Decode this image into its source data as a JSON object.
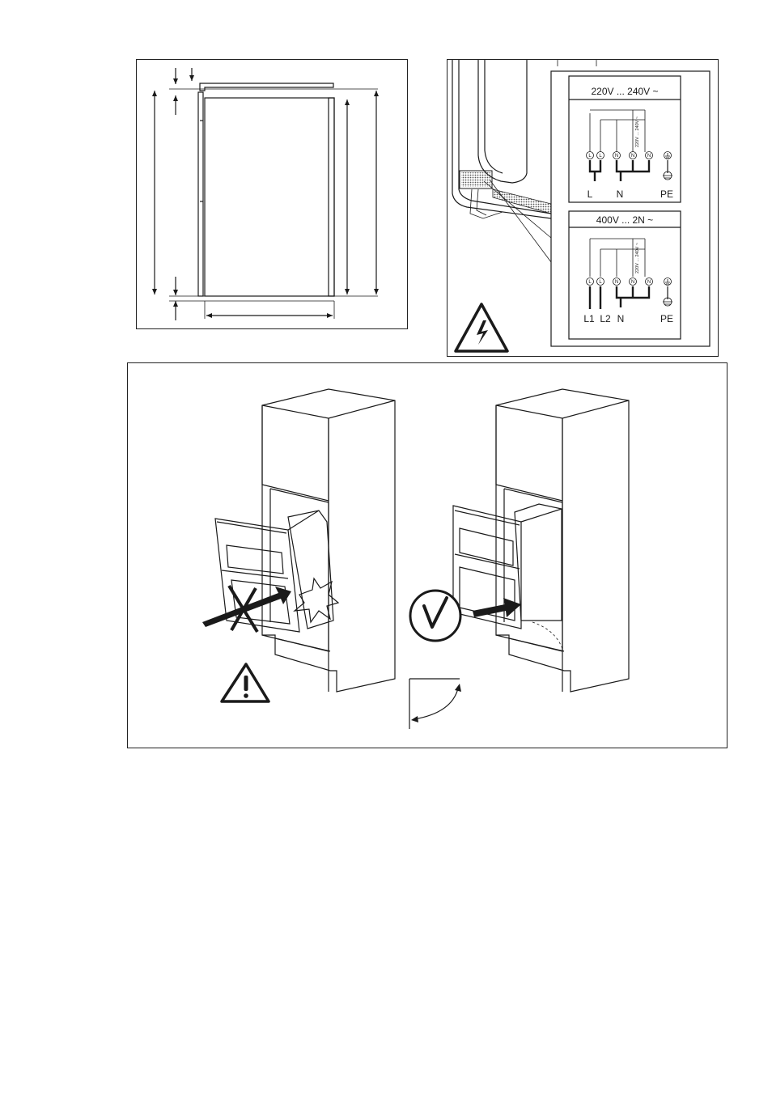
{
  "wiring": {
    "box1": {
      "title": "220V ... 240V ~",
      "rail_label": "220V ... 240V ~",
      "terminals": [
        "L",
        "L",
        "N",
        "N",
        "N"
      ],
      "bottom_labels": [
        "L",
        "N",
        "PE"
      ]
    },
    "box2": {
      "title": "400V ... 2N ~",
      "rail_label": "220V ... 240V ~",
      "terminals": [
        "L",
        "L",
        "N",
        "N",
        "N"
      ],
      "bottom_labels": [
        "L1",
        "L2",
        "N",
        "PE"
      ]
    }
  },
  "icons": {
    "high_voltage": "high-voltage-warning-icon",
    "caution": "caution-warning-icon",
    "check": "check-mark-icon",
    "wrong": "cross-mark-icon",
    "impact": "collision-burst-icon"
  },
  "colors": {
    "line": "#1a1a1a",
    "terminal_block_dots": "#555555"
  }
}
